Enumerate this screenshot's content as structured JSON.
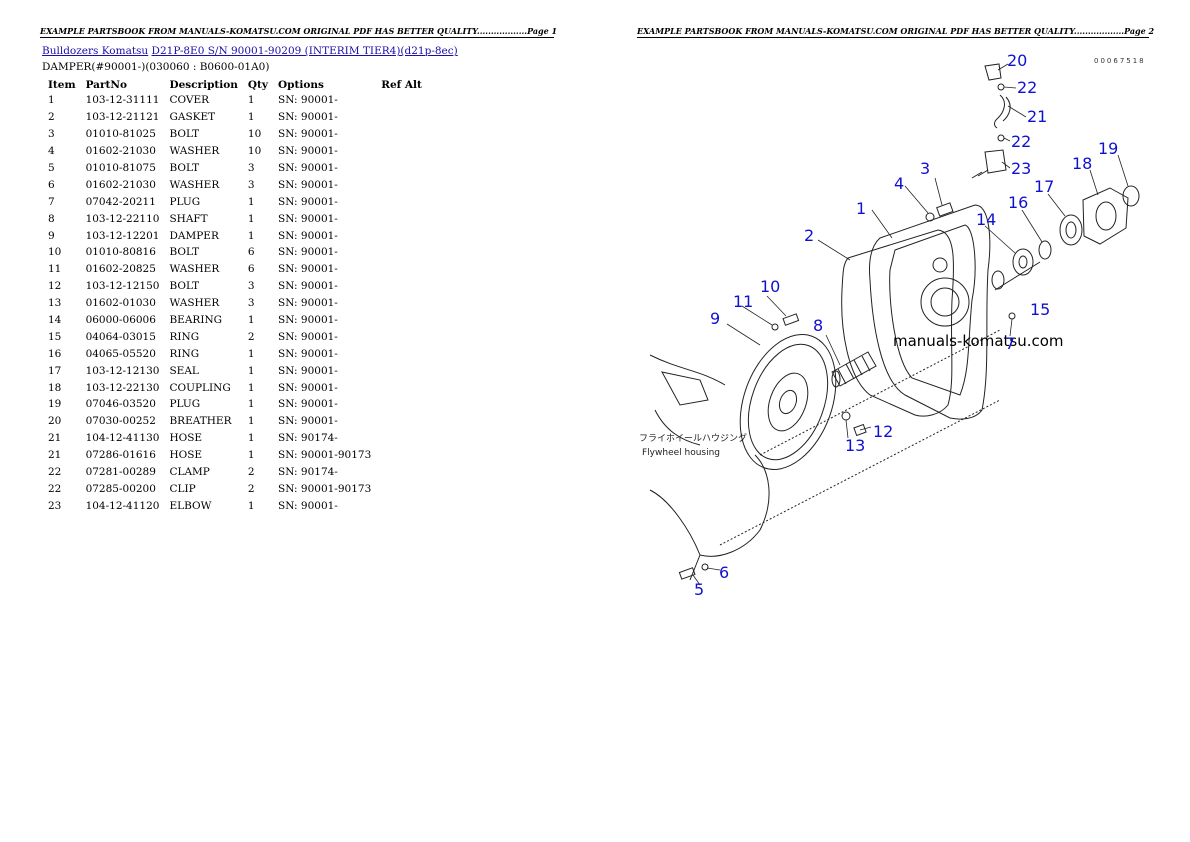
{
  "pages": [
    {
      "header": "EXAMPLE PARTSBOOK FROM MANUALS-KOMATSU.COM ORIGINAL PDF HAS BETTER QUALITY..................Page 1"
    },
    {
      "header": "EXAMPLE PARTSBOOK FROM MANUALS-KOMATSU.COM ORIGINAL PDF HAS BETTER QUALITY..................Page 2"
    }
  ],
  "breadcrumb": {
    "link1": "Bulldozers Komatsu",
    "link2": "D21P-8E0 S/N 90001-90209 (INTERIM TIER4)(d21p-8ec)"
  },
  "subtitle": "DAMPER(#90001-)(030060 : B0600-01A0)",
  "table": {
    "headers": [
      "Item",
      "PartNo",
      "Description",
      "Qty",
      "Options",
      "Ref Alt"
    ],
    "rows": [
      [
        "1",
        "103-12-31111",
        "COVER",
        "1",
        "SN: 90001-",
        ""
      ],
      [
        "2",
        "103-12-21121",
        "GASKET",
        "1",
        "SN: 90001-",
        ""
      ],
      [
        "3",
        "01010-81025",
        "BOLT",
        "10",
        "SN: 90001-",
        ""
      ],
      [
        "4",
        "01602-21030",
        "WASHER",
        "10",
        "SN: 90001-",
        ""
      ],
      [
        "5",
        "01010-81075",
        "BOLT",
        "3",
        "SN: 90001-",
        ""
      ],
      [
        "6",
        "01602-21030",
        "WASHER",
        "3",
        "SN: 90001-",
        ""
      ],
      [
        "7",
        "07042-20211",
        "PLUG",
        "1",
        "SN: 90001-",
        ""
      ],
      [
        "8",
        "103-12-22110",
        "SHAFT",
        "1",
        "SN: 90001-",
        ""
      ],
      [
        "9",
        "103-12-12201",
        "DAMPER",
        "1",
        "SN: 90001-",
        ""
      ],
      [
        "10",
        "01010-80816",
        "BOLT",
        "6",
        "SN: 90001-",
        ""
      ],
      [
        "11",
        "01602-20825",
        "WASHER",
        "6",
        "SN: 90001-",
        ""
      ],
      [
        "12",
        "103-12-12150",
        "BOLT",
        "3",
        "SN: 90001-",
        ""
      ],
      [
        "13",
        "01602-01030",
        "WASHER",
        "3",
        "SN: 90001-",
        ""
      ],
      [
        "14",
        "06000-06006",
        "BEARING",
        "1",
        "SN: 90001-",
        ""
      ],
      [
        "15",
        "04064-03015",
        "RING",
        "2",
        "SN: 90001-",
        ""
      ],
      [
        "16",
        "04065-05520",
        "RING",
        "1",
        "SN: 90001-",
        ""
      ],
      [
        "17",
        "103-12-12130",
        "SEAL",
        "1",
        "SN: 90001-",
        ""
      ],
      [
        "18",
        "103-12-22130",
        "COUPLING",
        "1",
        "SN: 90001-",
        ""
      ],
      [
        "19",
        "07046-03520",
        "PLUG",
        "1",
        "SN: 90001-",
        ""
      ],
      [
        "20",
        "07030-00252",
        "BREATHER",
        "1",
        "SN: 90001-",
        ""
      ],
      [
        "21",
        "104-12-41130",
        "HOSE",
        "1",
        "SN: 90174-",
        ""
      ],
      [
        "21",
        "07286-01616",
        "HOSE",
        "1",
        "SN: 90001-90173",
        ""
      ],
      [
        "22",
        "07281-00289",
        "CLAMP",
        "2",
        "SN: 90174-",
        ""
      ],
      [
        "22",
        "07285-00200",
        "CLIP",
        "2",
        "SN: 90001-90173",
        ""
      ],
      [
        "23",
        "104-12-41120",
        "ELBOW",
        "1",
        "SN: 90001-",
        ""
      ]
    ]
  },
  "diagram": {
    "code": "00067518",
    "watermark": "manuals-komatsu.com",
    "housing_label_jp": "フライホイールハウジング",
    "housing_label_en": "Flywheel housing",
    "callouts": [
      "20",
      "22",
      "21",
      "22",
      "23",
      "18",
      "19",
      "3",
      "17",
      "4",
      "16",
      "1",
      "14",
      "2",
      "15",
      "10",
      "11",
      "7",
      "9",
      "8",
      "12",
      "13",
      "5",
      "6"
    ],
    "callout_color": "#1010d0"
  }
}
